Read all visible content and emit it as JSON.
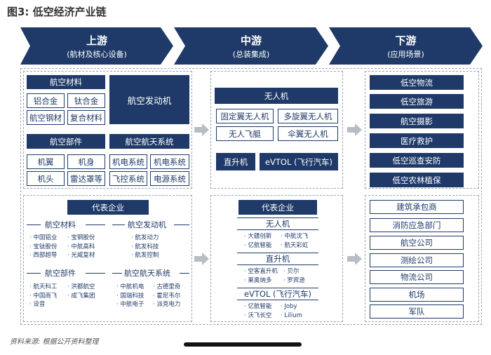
{
  "title": "图3: 低空经济产业链",
  "colors": {
    "navy": "#1f3a68",
    "chevron": "#1f3a68",
    "arrow": "#b8bcc4"
  },
  "stages": [
    {
      "title": "上游",
      "subtitle": "(航材及核心设备)"
    },
    {
      "title": "中游",
      "subtitle": "(总装集成)"
    },
    {
      "title": "下游",
      "subtitle": "(应用场景)"
    }
  ],
  "upstream": {
    "materials": {
      "header": "航空材料",
      "items": [
        "铝合金",
        "钛合金",
        "航空钢材",
        "复合材料"
      ]
    },
    "engine": "航空发动机",
    "parts": {
      "header": "航空部件",
      "items": [
        "机翼",
        "机身",
        "机头",
        "雷达罩等"
      ]
    },
    "avionics": {
      "header": "航空航天系统",
      "items": [
        "机电系统",
        "机电系统",
        "飞控系统",
        "电源系统"
      ]
    },
    "companies": {
      "header": "代表企业",
      "materials": {
        "label": "航空材料",
        "col1": [
          "· 中国铝业",
          "· 宝钛股份",
          "· 西部超导"
        ],
        "col2": [
          "· 宝钢股份",
          "· 中航高科",
          "· 光威复材"
        ]
      },
      "engine": {
        "label": "航空发动机",
        "col1": [
          "· 航发动力",
          "· 航发科技",
          "· 航发控制"
        ]
      },
      "parts": {
        "label": "航空部件",
        "col1": [
          "· 航天科工",
          "· 中国商飞",
          "· 设音"
        ],
        "col2": [
          "· 洪都航空",
          "· 成飞集团"
        ]
      },
      "avionics": {
        "label": "航空航天系统",
        "col1": [
          "· 中航机电",
          "· 国瑞科技",
          "· 中航电子"
        ],
        "col2": [
          "· 古德里奇",
          "· 霍尼韦尔",
          "· 派克电力"
        ]
      }
    }
  },
  "midstream": {
    "uav": {
      "header": "无人机",
      "items": [
        "固定翼无人机",
        "多旋翼无人机",
        "无人飞艇",
        "伞翼无人机"
      ]
    },
    "helicopter": "直升机",
    "evtol": "eVTOL (飞行汽车)",
    "companies": {
      "header": "代表企业",
      "uav": {
        "label": "无人机",
        "col1": [
          "· 大疆创新",
          "· 亿航智能"
        ],
        "col2": [
          "· 中航沈飞",
          "· 航天彩虹"
        ]
      },
      "heli": {
        "label": "直升机",
        "col1": [
          "· 空客直升机",
          "· 莱奥纳多"
        ],
        "col2": [
          "· 贝尔",
          "· 罗宾逊"
        ]
      },
      "evtol": {
        "label": "eVTOL (飞行汽车)",
        "col1": [
          "· 亿航智能",
          "· 沃飞长空"
        ],
        "col2": [
          "· Joby",
          "· Lilium"
        ]
      }
    }
  },
  "downstream": {
    "apps": [
      "低空物流",
      "低空旅游",
      "航空摄影",
      "医疗救护",
      "低空巡查安防",
      "低空农林植保"
    ],
    "companies": [
      "建筑承包商",
      "消防应急部门",
      "航空公司",
      "测绘公司",
      "物流公司",
      "机场",
      "军队"
    ]
  },
  "source": "资料来源: 根据公开资料整理"
}
